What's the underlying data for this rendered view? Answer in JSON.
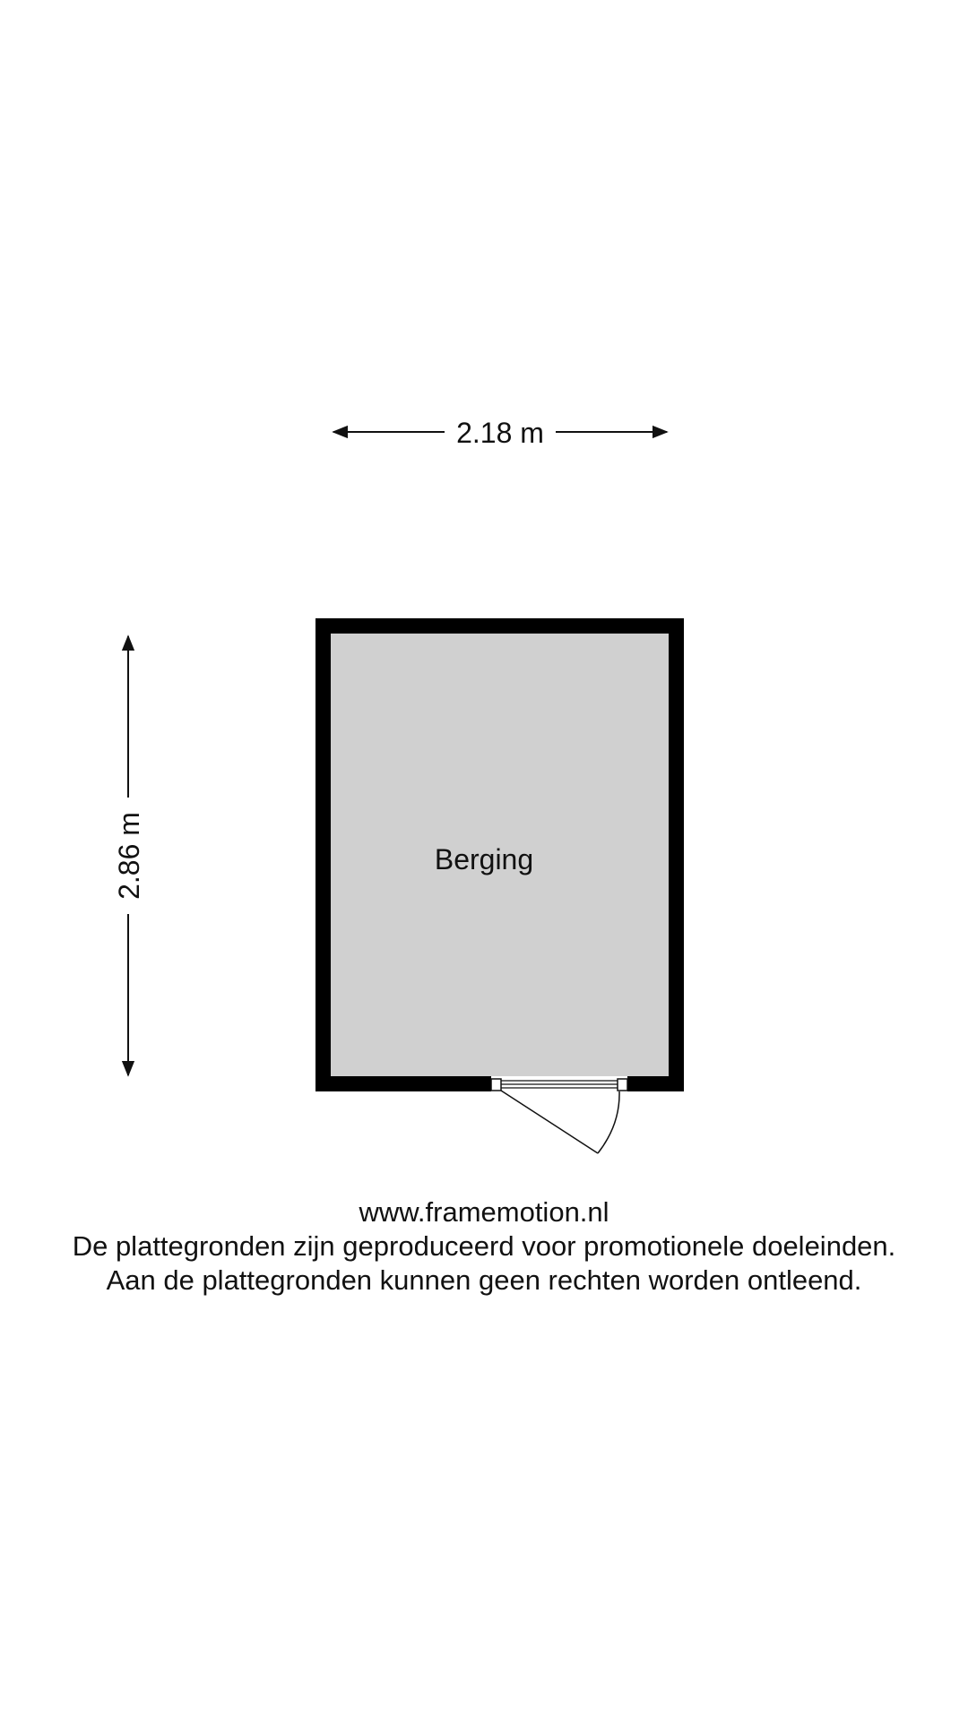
{
  "floorplan": {
    "room_label": "Berging",
    "width_label": "2.18 m",
    "height_label": "2.86 m",
    "colors": {
      "wall": "#000000",
      "floor": "#d0d0d0",
      "background": "#ffffff",
      "ink": "#111111"
    }
  },
  "footer": {
    "url": "www.framemotion.nl",
    "line1": "De plattegronden zijn geproduceerd voor promotionele doeleinden.",
    "line2": "Aan de plattegronden kunnen geen rechten worden ontleend."
  }
}
